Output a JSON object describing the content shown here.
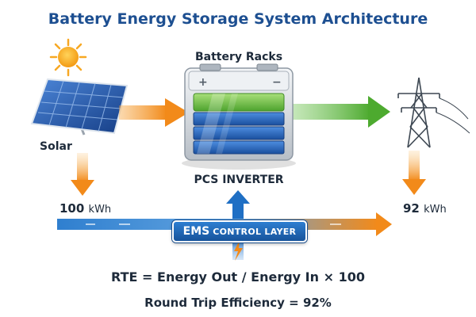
{
  "title": "Battery Energy Storage System Architecture",
  "labels": {
    "battery_racks": "Battery Racks",
    "solar": "Solar",
    "pcs_inverter": "PCS INVERTER"
  },
  "energy_in": {
    "value": "100",
    "unit": "kWh"
  },
  "energy_out": {
    "value": "92",
    "unit": "kWh"
  },
  "ems": {
    "main": "EMS",
    "sub": "CONTROL LAYER"
  },
  "formula": "RTE = Energy Out / Energy In × 100",
  "efficiency": "Round Trip Efficiency = 92%",
  "colors": {
    "title": "#1d4f91",
    "flow_orange": "#f28a1a",
    "flow_green": "#5cb83c",
    "flow_blue": "#2f7fcf",
    "battery_green": "#6cc04a",
    "battery_blue": "#2b6fce",
    "sun": "#f7a823"
  },
  "icons": [
    "sun-icon",
    "solar-panel-icon",
    "battery-rack-icon",
    "transmission-tower-icon",
    "lightning-bolt-icon"
  ]
}
